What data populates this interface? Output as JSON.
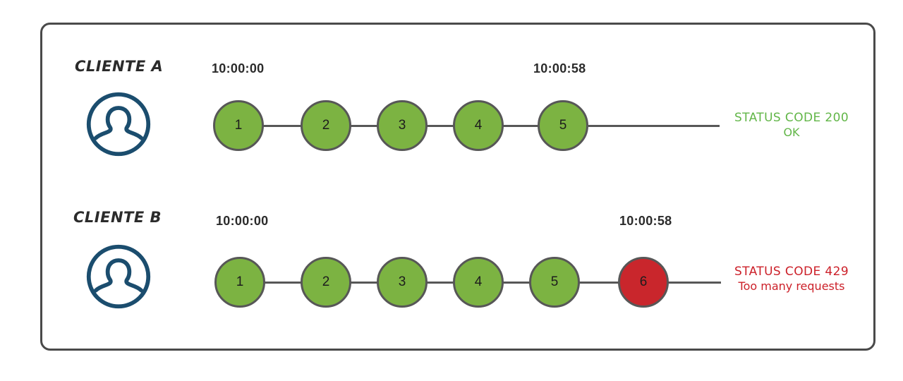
{
  "diagram": {
    "title_visible": false,
    "colors": {
      "node_ok": "#7CB342",
      "node_error": "#C9262C",
      "node_border": "#575757",
      "frame_border": "#4A4A4A",
      "avatar": "#1B4D6E",
      "status_ok_text": "#62B648",
      "status_error_text": "#CC2029"
    }
  },
  "rows": [
    {
      "label": "CLIENTE A",
      "avatar_icon": "person-avatar-icon",
      "start_time": "10:00:00",
      "end_time": "10:00:58",
      "nodes": [
        {
          "number": "1",
          "state": "ok"
        },
        {
          "number": "2",
          "state": "ok"
        },
        {
          "number": "3",
          "state": "ok"
        },
        {
          "number": "4",
          "state": "ok"
        },
        {
          "number": "5",
          "state": "ok"
        }
      ],
      "status": {
        "line1": "STATUS CODE 200",
        "line2": "OK",
        "state": "ok"
      }
    },
    {
      "label": "CLIENTE B",
      "avatar_icon": "person-avatar-icon",
      "start_time": "10:00:00",
      "end_time": "10:00:58",
      "nodes": [
        {
          "number": "1",
          "state": "ok"
        },
        {
          "number": "2",
          "state": "ok"
        },
        {
          "number": "3",
          "state": "ok"
        },
        {
          "number": "4",
          "state": "ok"
        },
        {
          "number": "5",
          "state": "ok"
        },
        {
          "number": "6",
          "state": "error"
        }
      ],
      "status": {
        "line1": "STATUS CODE 429",
        "line2": "Too many requests",
        "state": "error"
      }
    }
  ]
}
